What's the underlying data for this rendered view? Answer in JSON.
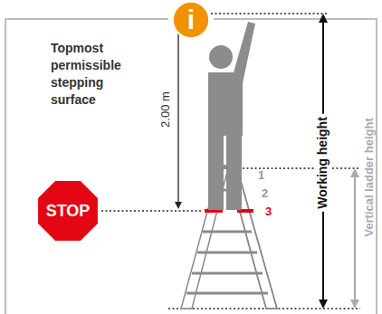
{
  "diagram": {
    "nodes": [
      {
        "text": [
          "i"
        ]
      },
      {
        "text": [
          "STOP"
        ]
      }
    ],
    "labels": [
      "Topmost permissible stepping surface",
      "2.00 m",
      "Working height",
      "Vertical ladder height",
      "1",
      "2",
      "3"
    ]
  }
}
